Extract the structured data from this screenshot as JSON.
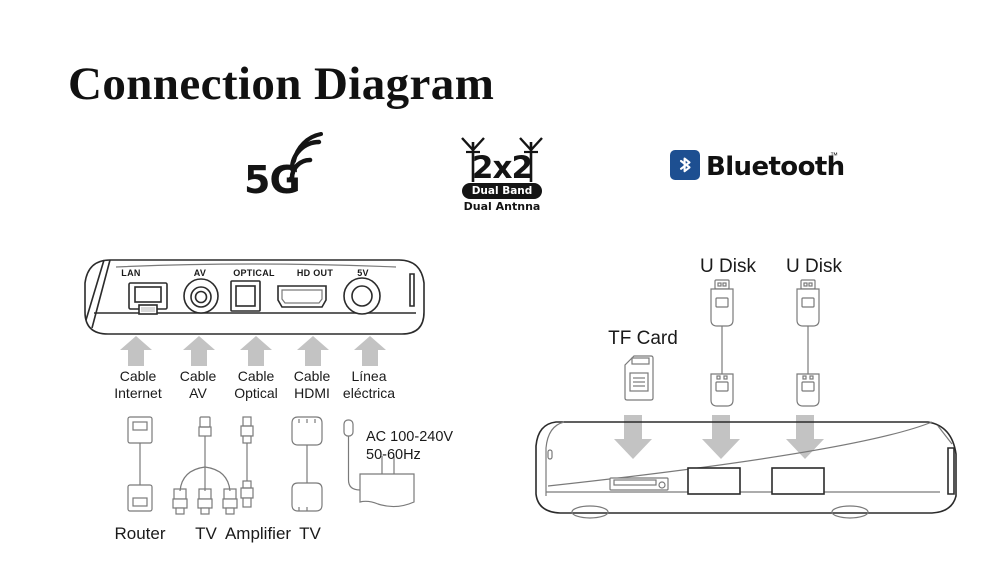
{
  "page": {
    "title": "Connection Diagram",
    "background": "#ffffff"
  },
  "colors": {
    "ink": "#2b2b2b",
    "arrow_grey": "#c3c3c3",
    "bluetooth_blue": "#1d4f91",
    "text": "#1a1a1a"
  },
  "badges": [
    {
      "id": "wifi-5g",
      "icon": "wifi-signal-icon",
      "label": "5G"
    },
    {
      "id": "dual-antenna",
      "icon": "antenna-icon",
      "label": "2x2",
      "pill": "Dual Band",
      "sub": "Dual Antnna"
    },
    {
      "id": "bluetooth",
      "icon": "bluetooth-icon",
      "label": "Bluetooth",
      "trademark": "™"
    }
  ],
  "rear_panel": {
    "ports": [
      {
        "name": "LAN",
        "icon": "rj45-port-icon"
      },
      {
        "name": "AV",
        "icon": "rca-jack-icon"
      },
      {
        "name": "OPTICAL",
        "icon": "toslink-port-icon"
      },
      {
        "name": "HD OUT",
        "icon": "hdmi-port-icon"
      },
      {
        "name": "5V",
        "icon": "barrel-power-jack-icon"
      }
    ],
    "cable_labels": [
      {
        "line1": "Cable",
        "line2": "Internet"
      },
      {
        "line1": "Cable",
        "line2": "AV"
      },
      {
        "line1": "Cable",
        "line2": "Optical"
      },
      {
        "line1": "Cable",
        "line2": "HDMI"
      },
      {
        "line1": "Línea",
        "line2": "eléctrica"
      }
    ],
    "accessories": [
      {
        "label": "Router",
        "icon": "ethernet-cable-icon"
      },
      {
        "label": "TV",
        "icon": "av-splitter-cable-icon"
      },
      {
        "label": "Amplifier",
        "icon": "optical-cable-icon"
      },
      {
        "label": "TV",
        "icon": "hdmi-cable-icon"
      }
    ],
    "power_adapter": {
      "icon": "power-adapter-icon",
      "spec_line1": "AC 100-240V",
      "spec_line2": "50-60Hz"
    }
  },
  "front_panel": {
    "slots": [
      {
        "label": "TF Card",
        "icon": "tf-card-icon",
        "slot_icon": "tf-card-slot-icon"
      },
      {
        "label": "U Disk",
        "icon": "usb-plug-icon",
        "slot_icon": "usb-port-icon"
      },
      {
        "label": "U Disk",
        "icon": "usb-plug-icon",
        "slot_icon": "usb-port-icon"
      }
    ]
  }
}
